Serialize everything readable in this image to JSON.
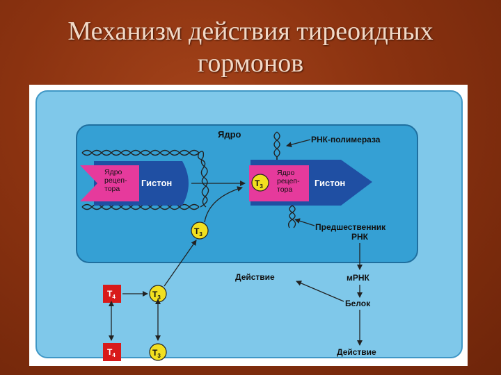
{
  "slide": {
    "title_line1": "Механизм действия тиреоидных",
    "title_line2": "гормонов"
  },
  "diagram": {
    "nucleus_label": "Ядро",
    "rna_polymerase": "РНК-полимераза",
    "receptor_nucleus_l1": "Ядро",
    "receptor_nucleus_l2": "рецеп-",
    "receptor_nucleus_l3": "тора",
    "histone": "Гистон",
    "t3": "T",
    "t3_sub": "3",
    "t4": "T",
    "t4_sub": "4",
    "rna_precursor_l1": "Предшественник",
    "rna_precursor_l2": "РНК",
    "mrna": "мРНК",
    "protein": "Белок",
    "action_inner": "Действие",
    "action_outer": "Действие"
  },
  "colors": {
    "cell": "#7fc8ea",
    "nucleus": "#35a0d4",
    "histone": "#1f4fa3",
    "receptor": "#e63a9c",
    "hormone_t3": "#f2e020",
    "hormone_t4": "#d81a1a"
  }
}
